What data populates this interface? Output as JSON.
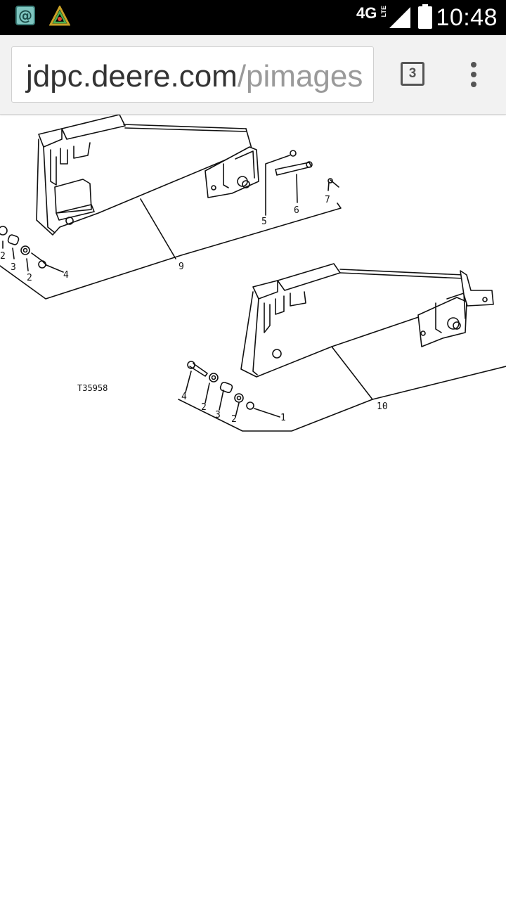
{
  "status_bar": {
    "time": "10:48",
    "network": "4G",
    "network_sub": "LTE",
    "icons": [
      "email-notification-icon",
      "triangle-app-icon",
      "signal-icon",
      "battery-icon"
    ]
  },
  "browser": {
    "url_domain": "jdpc.deere.com",
    "url_path": "/pimages",
    "tab_count": "3",
    "menu_icon": "overflow-menu-icon"
  },
  "diagram": {
    "figure_code": "T35958",
    "callouts": {
      "left_part_2a": "2",
      "left_part_3": "3",
      "left_part_2b": "2",
      "left_part_4": "4",
      "left_part_5": "5",
      "left_part_6": "6",
      "left_part_7": "7",
      "left_assembly_9": "9",
      "right_part_4": "4",
      "right_part_2a": "2",
      "right_part_3": "3",
      "right_part_2b": "2",
      "right_part_1": "1",
      "right_assembly_10": "10"
    }
  },
  "colors": {
    "status_bar_bg": "#000000",
    "toolbar_bg": "#f2f2f2",
    "url_domain": "#333333",
    "url_path": "#9a9a9a",
    "icon_gray": "#555555"
  }
}
